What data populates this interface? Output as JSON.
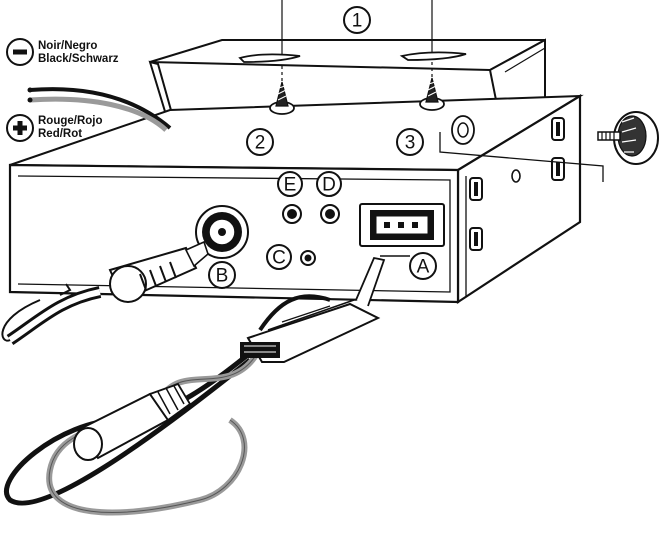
{
  "legend": {
    "negative": {
      "symbol": "−",
      "line1": "Noir/Negro",
      "line2": "Black/Schwarz"
    },
    "positive": {
      "symbol": "+",
      "line1": "Rouge/Rojo",
      "line2": "Red/Rot"
    }
  },
  "callouts": {
    "n1": "1",
    "n2": "2",
    "n3": "3",
    "a": "A",
    "b": "B",
    "c": "C",
    "d": "D",
    "e": "E"
  }
}
